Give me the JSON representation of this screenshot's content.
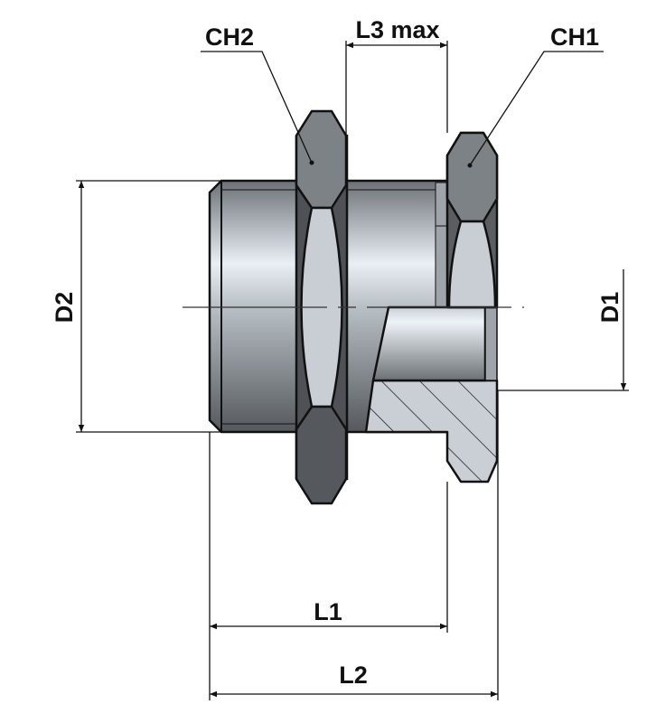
{
  "labels": {
    "ch2": "CH2",
    "ch1": "CH1",
    "l3max": "L3 max",
    "d2": "D2",
    "d1": "D1",
    "l1": "L1",
    "l2": "L2"
  },
  "colors": {
    "metal_dark": "#5a5e62",
    "metal_light": "#e8eef4",
    "nut_face": "#7d8286",
    "section": "#c9cfd5",
    "line": "#111111"
  }
}
